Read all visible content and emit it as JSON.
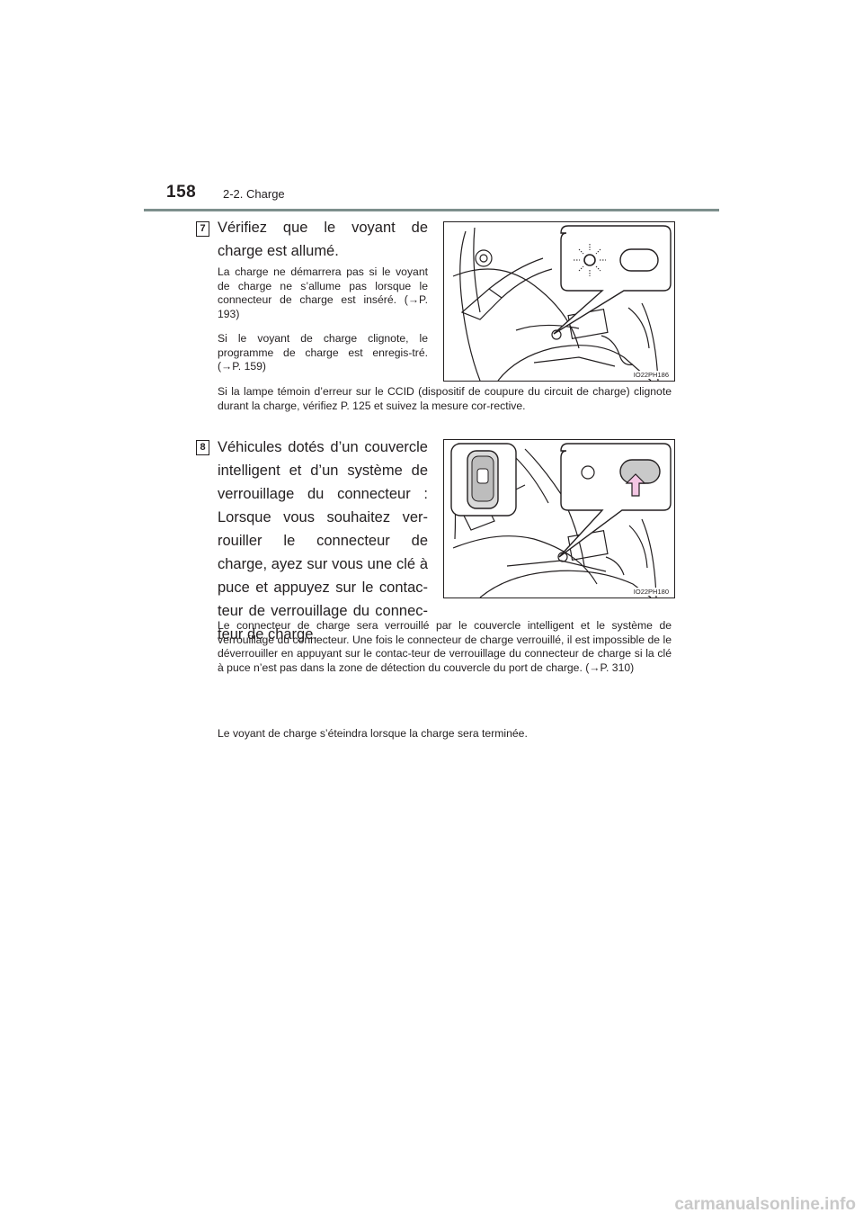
{
  "header": {
    "page_number": "158",
    "section": "2-2. Charge"
  },
  "step7": {
    "number": "7",
    "instruction": "Vérifiez que le voyant de charge est allumé.",
    "note1": "La charge ne démarrera pas si le voyant de charge ne s’allume pas lorsque le connecteur de charge est inséré. (→P. 193)",
    "note2": "Si le voyant de charge clignote, le programme de charge est enregis-tré. (→P. 159)",
    "note3": "Si la lampe témoin d’erreur sur le CCID (dispositif de coupure du circuit de charge) clignote durant la charge, vérifiez P. 125 et suivez la mesure cor-rective.",
    "figure_code": "IO22PH186"
  },
  "step8": {
    "number": "8",
    "instruction": "Véhicules dotés d’un couvercle intelligent et d’un système de verrouillage du connecteur : Lorsque vous souhaitez ver-rouiller le connecteur de charge, ayez sur vous une clé à puce et appuyez sur le contac-teur de verrouillage du connec-teur de charge.",
    "note1": "Le connecteur de charge sera verrouillé par le couvercle intelligent et le système de verrouillage du connecteur. Une fois le connecteur de charge verrouillé, il est impossible de le déverrouiller en appuyant sur le contac-teur de verrouillage du connecteur de charge si la clé à puce n’est pas dans la zone de détection du couvercle du port de charge. (→P. 310)",
    "note2": "Le voyant de charge s’éteindra lorsque la charge sera terminée.",
    "figure_code": "IO22PH180"
  },
  "watermark": "carmanualsonline.info",
  "colors": {
    "header_rule": "#7d8f8c",
    "arrow_fill": "#f3c6e3",
    "text": "#231f20"
  },
  "icons": [
    "indicator-light-icon",
    "lock-switch-icon",
    "smart-key-icon",
    "press-arrow-icon"
  ]
}
